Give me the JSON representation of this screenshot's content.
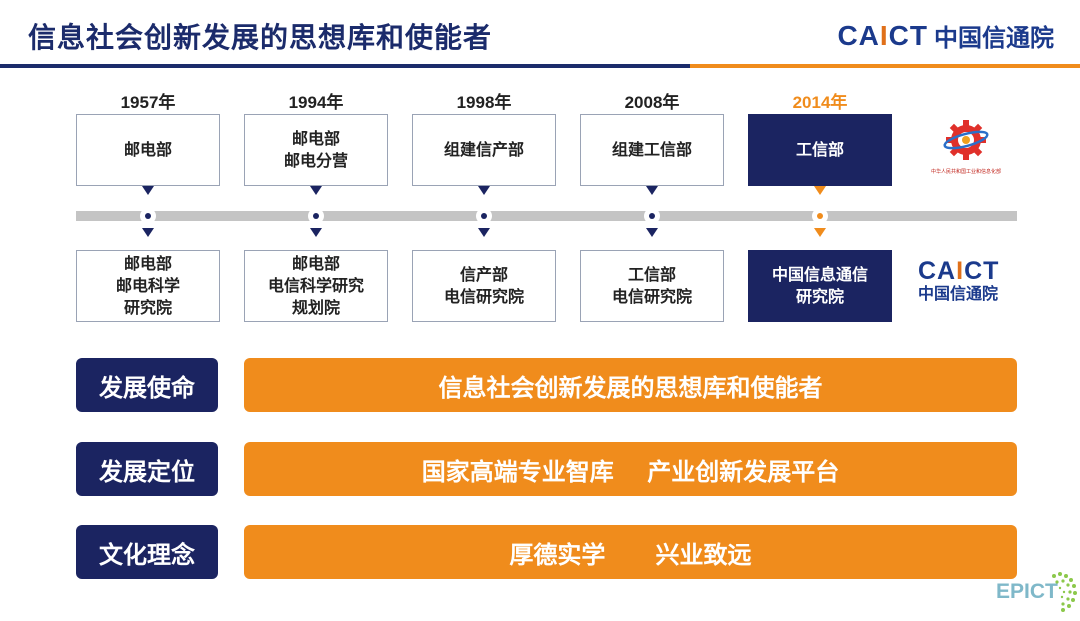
{
  "header": {
    "title": "信息社会创新发展的思想库和使能者",
    "logo": {
      "en_prefix": "CA",
      "en_i": "I",
      "en_suffix": "CT",
      "cn": "中国信通院"
    }
  },
  "timeline": {
    "years": [
      "1957年",
      "1994年",
      "1998年",
      "2008年",
      "2014年"
    ],
    "ministries": [
      "邮电部",
      "邮电部\n邮电分营",
      "组建信产部",
      "组建工信部",
      "工信部"
    ],
    "institutes": [
      "邮电部\n邮电科学\n研究院",
      "邮电部\n电信科学研究\n规划院",
      "信产部\n电信研究院",
      "工信部\n电信研究院",
      "中国信息通信\n研究院"
    ],
    "highlight_index": 4,
    "gov_emblem_text": "中华人民共和国工业和信息化部",
    "caict_small": {
      "en_prefix": "CA",
      "en_i": "I",
      "en_suffix": "CT",
      "cn": "中国信通院"
    }
  },
  "rows": [
    {
      "label": "发展使命",
      "content": "信息社会创新发展的思想库和使能者"
    },
    {
      "label": "发展定位",
      "content": "国家高端专业智库    产业创新发展平台"
    },
    {
      "label": "文化理念",
      "content": "厚德实学      兴业致远"
    }
  ],
  "watermark": {
    "text": "EPICT"
  },
  "colors": {
    "navy": "#1b2461",
    "orange": "#f08c1c",
    "title": "#1b2b6b",
    "gray": "#c4c4c4"
  },
  "icons": [
    "gov-emblem-icon",
    "caict-logo-icon",
    "epict-watermark-icon"
  ]
}
